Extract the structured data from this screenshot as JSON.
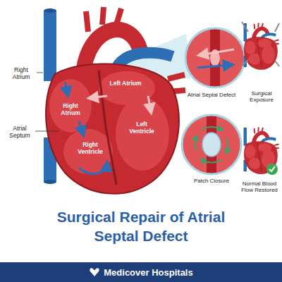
{
  "diagram": {
    "title": "Surgical Repair of Atrial Septal Defect",
    "nodes": [
      {
        "text": [
          "Medicover Hospitals"
        ]
      }
    ],
    "labels": [
      "Right Atrium",
      "Right Atrium",
      "Left Atrium",
      "Left Ventricle",
      "Right Ventricle",
      "Atrial Septum",
      "Atrial Septal Defect",
      "Surgical Exposure",
      "Patch Closure",
      "Normal Blood Flow Restored"
    ]
  }
}
